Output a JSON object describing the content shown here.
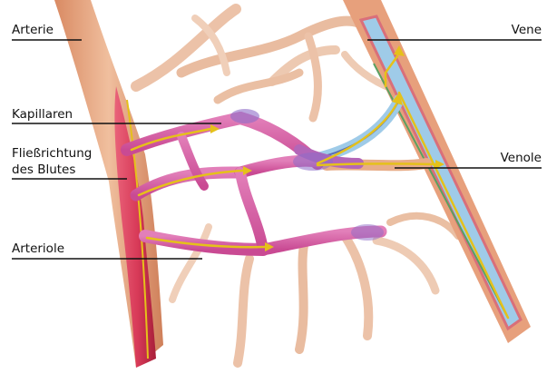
{
  "labels": {
    "arterie": "Arterie",
    "vene": "Vene",
    "kapillaren": "Kapillaren",
    "fliessrichtung_line1": "Fließrichtung",
    "fliessrichtung_line2": "des Blutes",
    "venole": "Venole",
    "arteriole": "Arteriole"
  },
  "colors": {
    "artery": "#d9445e",
    "artery_dark": "#a81f3a",
    "capillary": "#d45aa8",
    "capillary_purple": "#8d6cc8",
    "vein_outer": "#e7a07c",
    "vein_lumen": "#9fcbe8",
    "vessel_tissue": "#e8ad88",
    "flow_arrow": "#e5c11a",
    "leader_line": "#111111"
  }
}
